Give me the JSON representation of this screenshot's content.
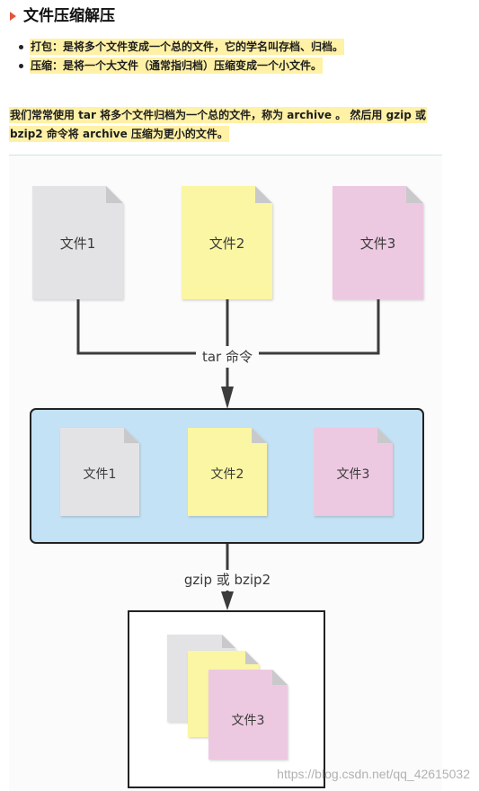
{
  "article": {
    "heading": {
      "marker_icon": "triangle-right-icon",
      "title": "文件压缩解压"
    },
    "bullets": [
      {
        "icon": "bullet-dot-icon",
        "text": "打包：是将多个文件变成一个总的文件，它的学名叫存档、归档。"
      },
      {
        "icon": "bullet-dot-icon",
        "text": "压缩：是将一个大文件（通常指归档）压缩变成一个小文件。"
      }
    ],
    "paragraph": "我们常常使用 tar 将多个文件归档为一个总的文件，称为 archive 。 然后用 gzip 或 bzip2 命令将 archive 压缩为更小的文件。"
  },
  "diagram": {
    "source_files": [
      "文件1",
      "文件2",
      "文件3"
    ],
    "tar_label": "tar 命令",
    "archive_files": [
      "文件1",
      "文件2",
      "文件3"
    ],
    "compress_label": "gzip 或 bzip2",
    "compressed_file_label": "文件3",
    "colors": {
      "file1": "#e3e3e5",
      "file2": "#fbf6a3",
      "file3": "#edc9e1",
      "archive_fill": "#c4e2f5"
    }
  },
  "watermark": "https://blog.csdn.net/qq_42615032"
}
